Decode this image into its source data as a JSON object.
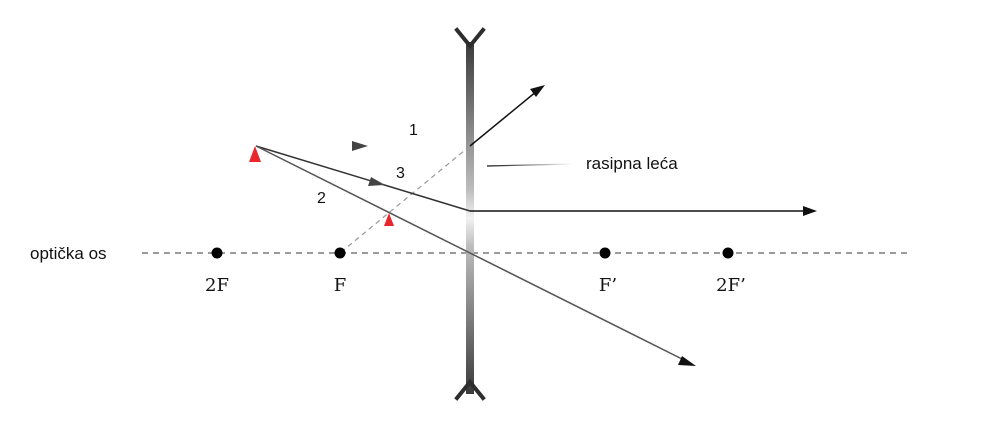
{
  "labels": {
    "axis": "optička os",
    "lens": "rasipna leća",
    "ray1": "1",
    "ray2": "2",
    "ray3": "3",
    "point_2F": "2F",
    "point_F": "F",
    "point_F_prime": "F’",
    "point_2F_prime": "2F’"
  },
  "colors": {
    "axis": "#7a7a7a",
    "lens": "#4a4a4a",
    "ray": "#111111",
    "ray_faded": "#777777",
    "object_arrow": "#e8262b",
    "image_arrow": "#e8262b",
    "dashed_extension": "#999999",
    "focal_point": "#000000"
  }
}
